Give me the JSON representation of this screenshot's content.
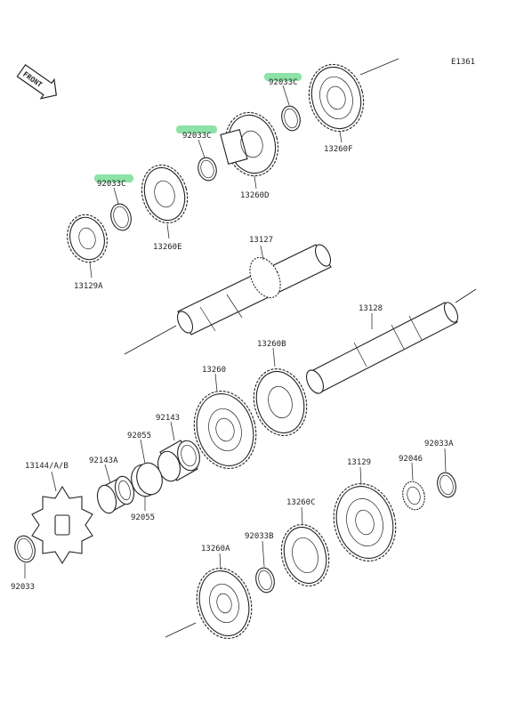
{
  "diagram_code": "E1361",
  "front_label": "FRONT",
  "colors": {
    "highlight": "#86e0a2",
    "line": "#222222"
  },
  "labels": {
    "p92033C_1": "92033C",
    "p92033C_2": "92033C",
    "p92033C_3": "92033C",
    "p13260F": "13260F",
    "p13260D": "13260D",
    "p13260E": "13260E",
    "p13129A": "13129A",
    "p13127": "13127",
    "p13128": "13128",
    "p13260B": "13260B",
    "p13260": "13260",
    "p92143": "92143",
    "p92055_top": "92055",
    "p92055_bot": "92055",
    "p13144": "13144/A/B",
    "p92143A": "92143A",
    "p92033": "92033",
    "p13129": "13129",
    "p92046": "92046",
    "p92033A": "92033A",
    "p13260C": "13260C",
    "p92033B": "92033B",
    "p13260A": "13260A"
  }
}
